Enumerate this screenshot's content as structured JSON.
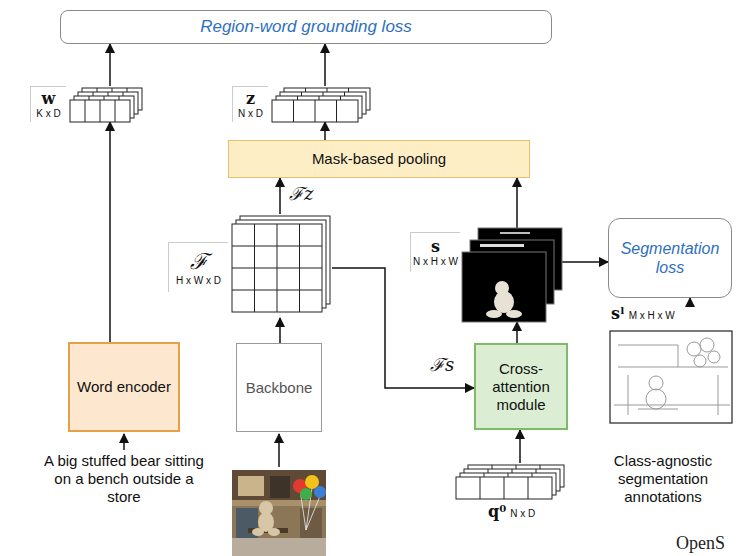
{
  "diagram": {
    "nodes": [
      {
        "text": [
          "Region-word grounding loss"
        ]
      },
      {
        "text": [
          "w",
          "K x D"
        ]
      },
      {
        "text": [
          "z",
          "N x D"
        ]
      },
      {
        "text": [
          "Mask-based pooling"
        ]
      },
      {
        "text": [
          "ℱ",
          "H x W x D"
        ]
      },
      {
        "text": [
          "s",
          "N x H x W"
        ]
      },
      {
        "text": [
          "Segmentation loss"
        ]
      },
      {
        "text": [
          "sˡ",
          "M x H x W"
        ]
      },
      {
        "text": [
          "Word encoder"
        ]
      },
      {
        "text": [
          "Backbone"
        ]
      },
      {
        "text": [
          "Cross-attention module"
        ]
      },
      {
        "text": [
          "q⁰",
          "N x D"
        ]
      }
    ],
    "edges": [
      {
        "from": 8,
        "to": 1,
        "arrow": "to"
      },
      {
        "from": 1,
        "to": 0,
        "arrow": "to"
      },
      {
        "from": 2,
        "to": 0,
        "arrow": "to"
      },
      {
        "from": 3,
        "to": 2,
        "arrow": "to"
      },
      {
        "from": 4,
        "to": 3,
        "label": "ℱz",
        "arrow": "to"
      },
      {
        "from": 9,
        "to": 4,
        "arrow": "to"
      },
      {
        "from": 4,
        "to": 10,
        "label": "ℱs",
        "arrow": "to"
      },
      {
        "from": 10,
        "to": 5,
        "arrow": "to"
      },
      {
        "from": 5,
        "to": 3,
        "arrow": "to"
      },
      {
        "from": 5,
        "to": 6,
        "arrow": "to"
      },
      {
        "from": 7,
        "to": 6,
        "arrow": "to"
      },
      {
        "from": 11,
        "to": 10,
        "arrow": "to"
      }
    ],
    "labels": [
      "A big stuffed bear sitting on a bench outside a store",
      "Class-agnostic segmentation annotations",
      "OpenS"
    ]
  }
}
